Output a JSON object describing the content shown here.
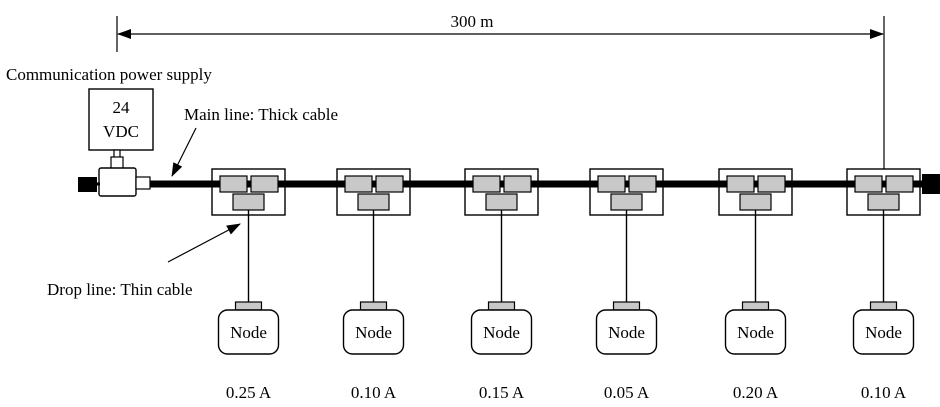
{
  "diagram": {
    "distance_label": "300 m",
    "power_supply": {
      "caption": "Communication power supply",
      "voltage_line1": "24",
      "voltage_line2": "VDC"
    },
    "main_line_label": "Main line: Thick cable",
    "drop_line_label": "Drop line: Thin cable",
    "nodes": [
      {
        "label": "Node",
        "current": "0.25 A"
      },
      {
        "label": "Node",
        "current": "0.10 A"
      },
      {
        "label": "Node",
        "current": "0.15 A"
      },
      {
        "label": "Node",
        "current": "0.05 A"
      },
      {
        "label": "Node",
        "current": "0.20 A"
      },
      {
        "label": "Node",
        "current": "0.10 A"
      }
    ],
    "colors": {
      "line": "#000000",
      "connector_fill": "#c8c8c8",
      "background": "#ffffff"
    }
  }
}
